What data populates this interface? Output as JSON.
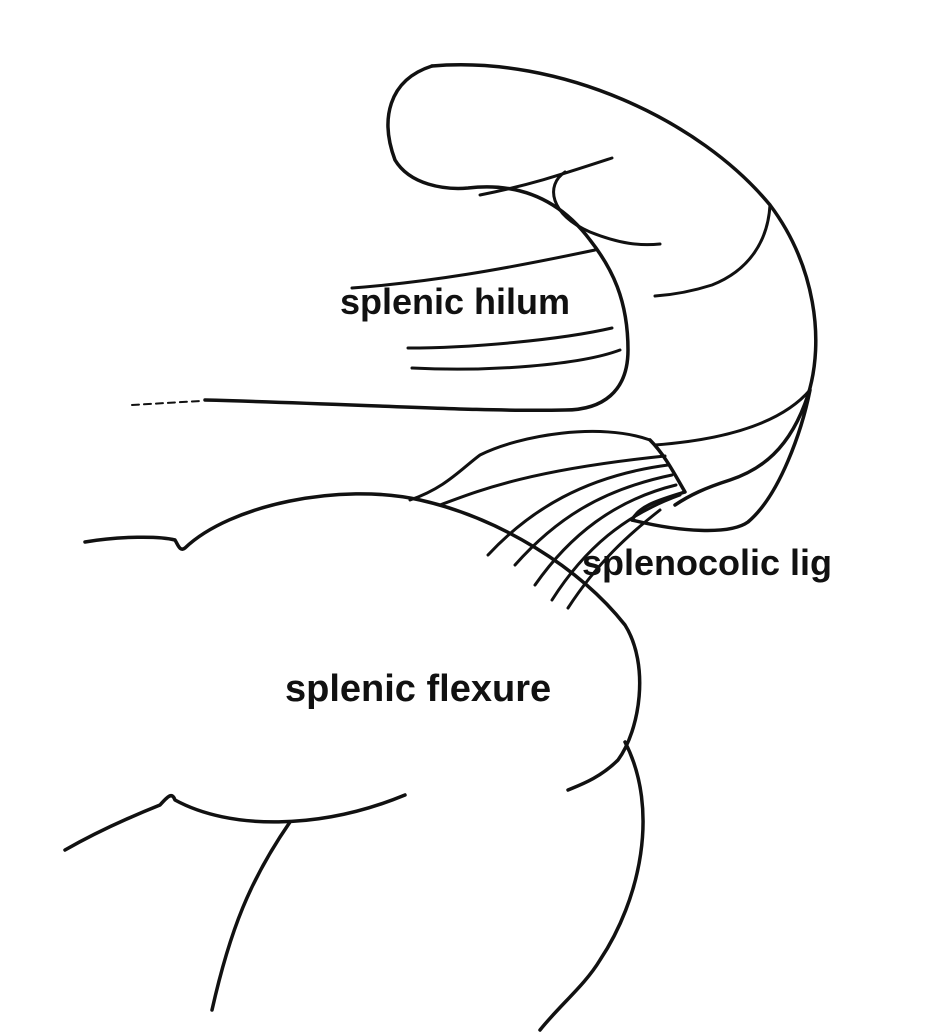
{
  "labels": {
    "splenic_hilum": "splenic hilum",
    "splenocolic_ligament": "splenocolic lig",
    "splenic_flexure": "splenic flexure"
  },
  "colors": {
    "line": "#111111",
    "text": "#111111",
    "background": "#ffffff"
  }
}
